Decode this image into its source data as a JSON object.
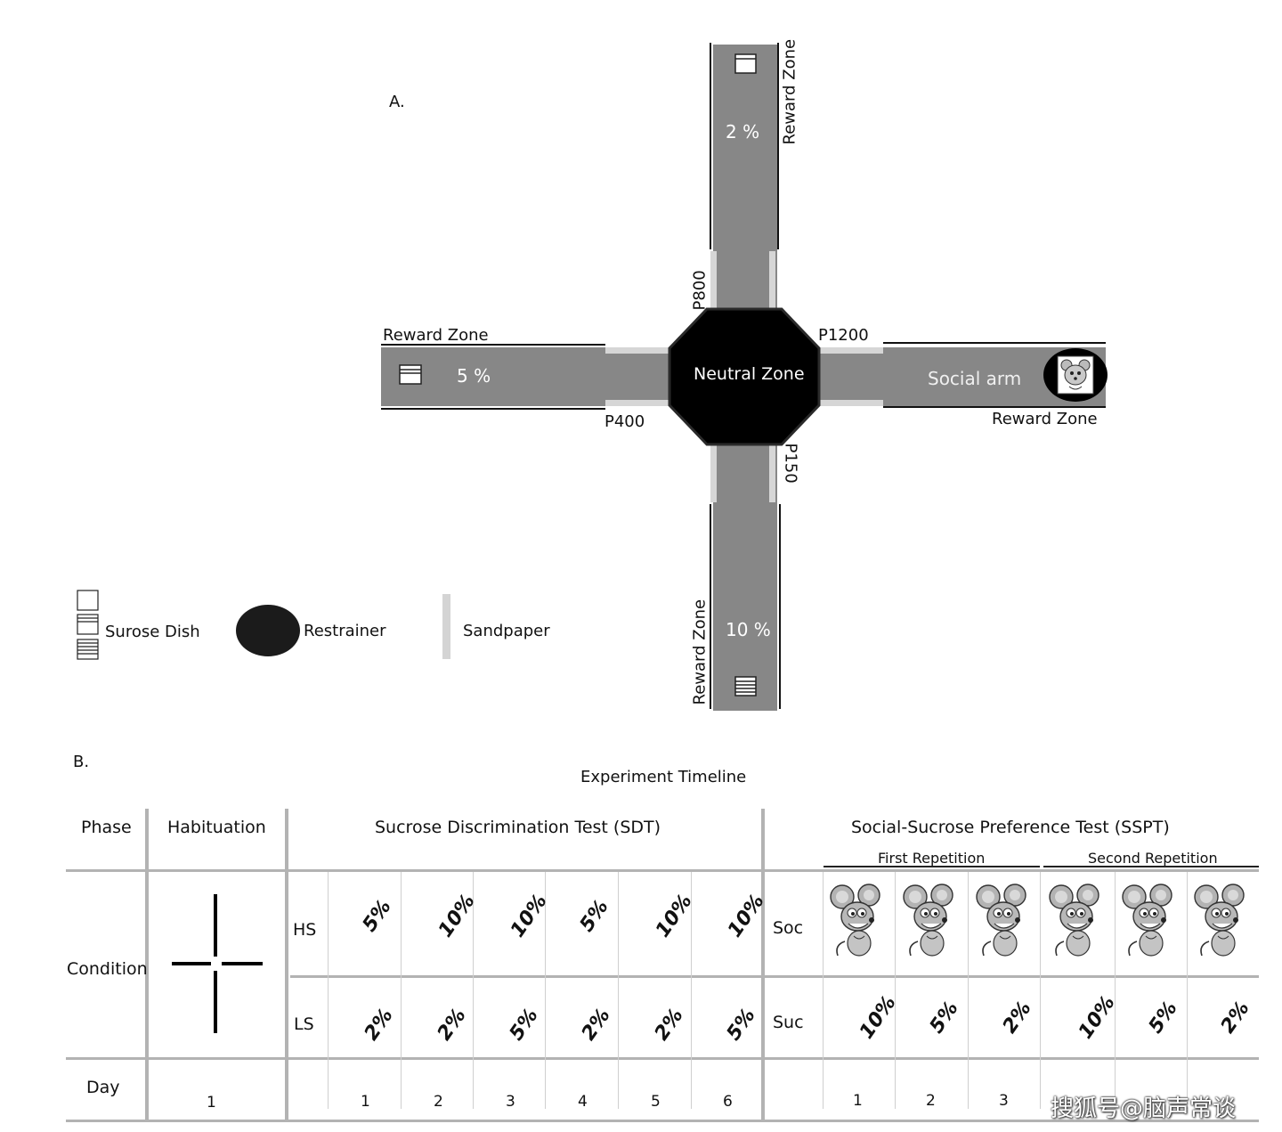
{
  "panel_a": {
    "label": "A.",
    "neutral_zone": "Neutral Zone",
    "arms": {
      "top": {
        "percent": "2 %",
        "zone": "Reward Zone",
        "pressure": "P800"
      },
      "left": {
        "percent": "5 %",
        "zone": "Reward Zone",
        "pressure": "P400"
      },
      "right": {
        "percent": "Social arm",
        "zone": "Reward Zone",
        "pressure": "P1200"
      },
      "bottom": {
        "percent": "10 %",
        "zone": "Reward Zone",
        "pressure": "P150"
      }
    },
    "legend": {
      "dish": "Surose Dish",
      "restrainer": "Restrainer",
      "sandpaper": "Sandpaper"
    }
  },
  "panel_b": {
    "label": "B.",
    "title": "Experiment Timeline",
    "headers": {
      "phase": "Phase",
      "habituation": "Habituation",
      "sdt": "Sucrose Discrimination Test (SDT)",
      "sspt": "Social-Sucrose Preference Test (SSPT)",
      "first_rep": "First Repetition",
      "second_rep": "Second Repetition"
    },
    "rows": {
      "condition": "Condition",
      "day": "Day",
      "hs": "HS",
      "ls": "LS",
      "soc": "Soc",
      "suc": "Suc"
    },
    "hs_values": [
      "5%",
      "10%",
      "10%",
      "5%",
      "10%",
      "10%"
    ],
    "ls_values": [
      "2%",
      "2%",
      "5%",
      "2%",
      "2%",
      "5%"
    ],
    "suc_values": [
      "10%",
      "5%",
      "2%",
      "10%",
      "5%",
      "2%"
    ],
    "habituation_day": "1",
    "sdt_days": [
      "1",
      "2",
      "3",
      "4",
      "5",
      "6"
    ],
    "sspt_days": [
      "1",
      "2",
      "3"
    ],
    "watermark": "搜狐号@脑声常谈"
  }
}
